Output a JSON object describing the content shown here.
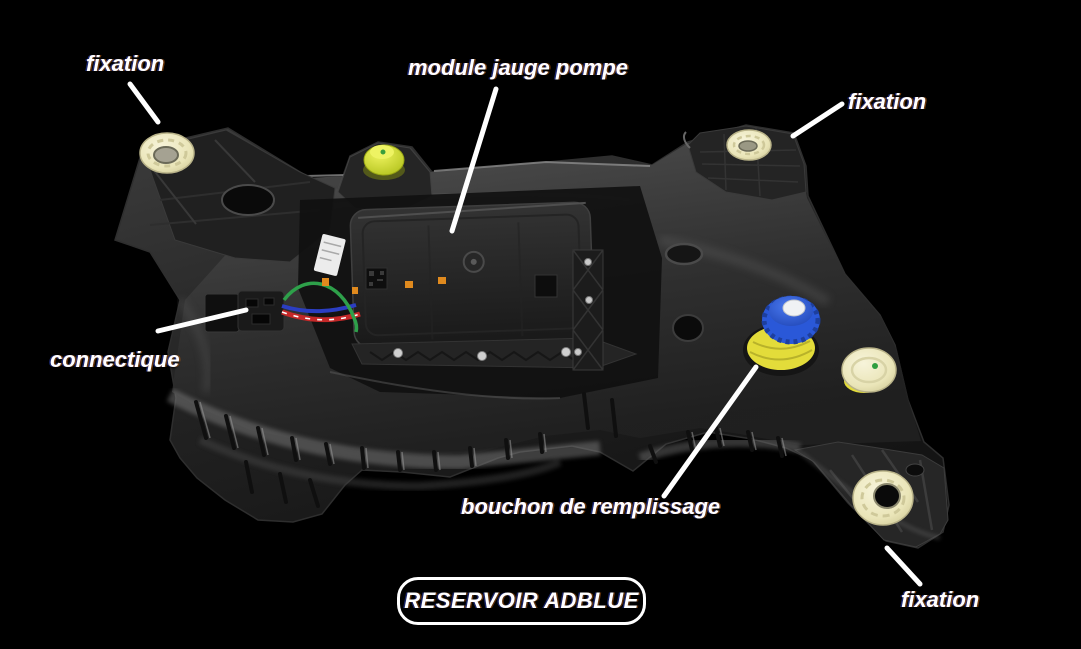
{
  "title_box": {
    "label": "RESERVOIR ADBLUE"
  },
  "annotations": [
    {
      "label": "fixation"
    },
    {
      "label": "module jauge pompe"
    },
    {
      "label": "fixation"
    },
    {
      "label": "connectique"
    },
    {
      "label": "bouchon de remplissage"
    },
    {
      "label": "fixation"
    }
  ],
  "colors": {
    "background": "#000000",
    "label_text": "#ffffff",
    "leader_line": "#ffffff",
    "title_border": "#ffffff",
    "tank_dark": "#1b1b1b",
    "tank_mid": "#3a3a3a",
    "tank_light": "#8c8c8c",
    "grommet_cream": "#ece8c0",
    "cap_blue": "#2a58d8",
    "cap_blue_center": "#f0f2f4",
    "cap_yellow_ring": "#e3dc3a",
    "vent_cap_yellow": "#d6e23c",
    "wire_green": "#2ea04a",
    "wire_blue": "#2b3ec2",
    "wire_red": "#c42828",
    "clip_orange": "#e08a1e",
    "sticker_white": "#ececec"
  }
}
